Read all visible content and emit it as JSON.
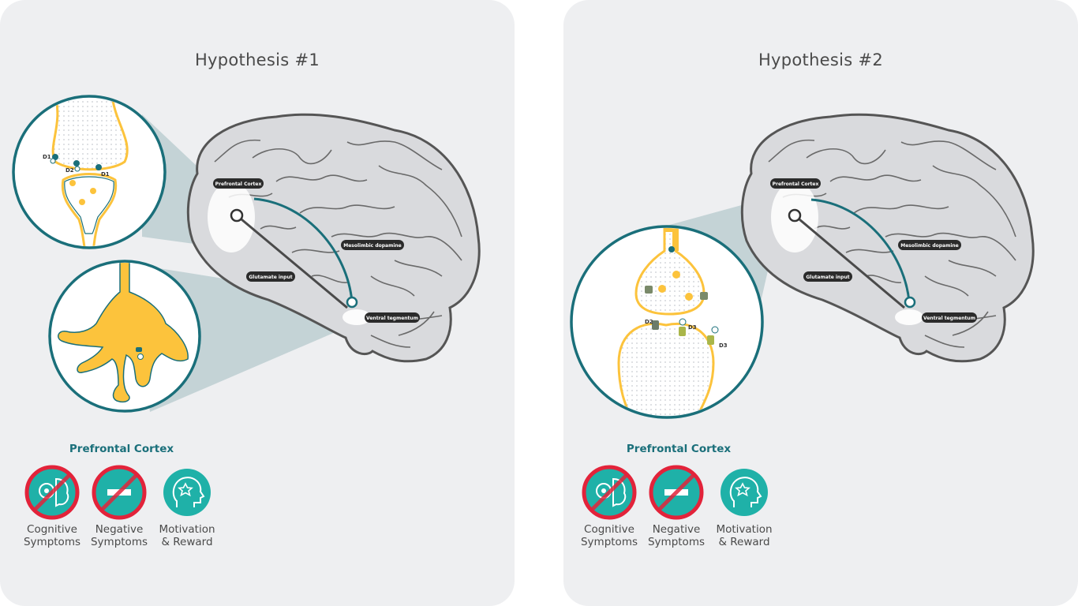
{
  "hypotheses": [
    {
      "title": "Hypothesis #1",
      "brain_labels": {
        "prefrontal": "Prefrontal Cortex",
        "mesolimbic": "Mesolimbic dopamine",
        "glutamate": "Glutamate input",
        "ventral": "Ventral tegmentum"
      },
      "receptor_labels": [
        "D1",
        "D2",
        "D1"
      ],
      "region_title": "Prefrontal Cortex",
      "symptoms": [
        {
          "line1": "Cognitive",
          "line2": "Symptoms",
          "icon": "brain-gear-icon",
          "blocked": true
        },
        {
          "line1": "Negative",
          "line2": "Symptoms",
          "icon": "minus-icon",
          "blocked": true
        },
        {
          "line1": "Motivation",
          "line2": "& Reward",
          "icon": "head-star-icon",
          "blocked": false
        }
      ]
    },
    {
      "title": "Hypothesis #2",
      "brain_labels": {
        "prefrontal": "Prefrontal Cortex",
        "mesolimbic": "Mesolimbic dopamine",
        "glutamate": "Glutamate input",
        "ventral": "Ventral tegmentum"
      },
      "receptor_labels": [
        "D2",
        "D3",
        "D3"
      ],
      "region_title": "Prefrontal Cortex",
      "symptoms": [
        {
          "line1": "Cognitive",
          "line2": "Symptoms",
          "icon": "brain-gear-icon",
          "blocked": true
        },
        {
          "line1": "Negative",
          "line2": "Symptoms",
          "icon": "minus-icon",
          "blocked": true
        },
        {
          "line1": "Motivation",
          "line2": "& Reward",
          "icon": "head-star-icon",
          "blocked": false
        }
      ]
    }
  ],
  "colors": {
    "teal_dark": "#1a6f7a",
    "teal": "#1fb1a8",
    "yellow": "#fcc33c",
    "blocked_red": "#e2233a",
    "brain_fill": "#d9dadd",
    "brain_outline": "#555555",
    "zoom_cone": "#b9ccd0",
    "panel_bg": "#eeeff1"
  }
}
